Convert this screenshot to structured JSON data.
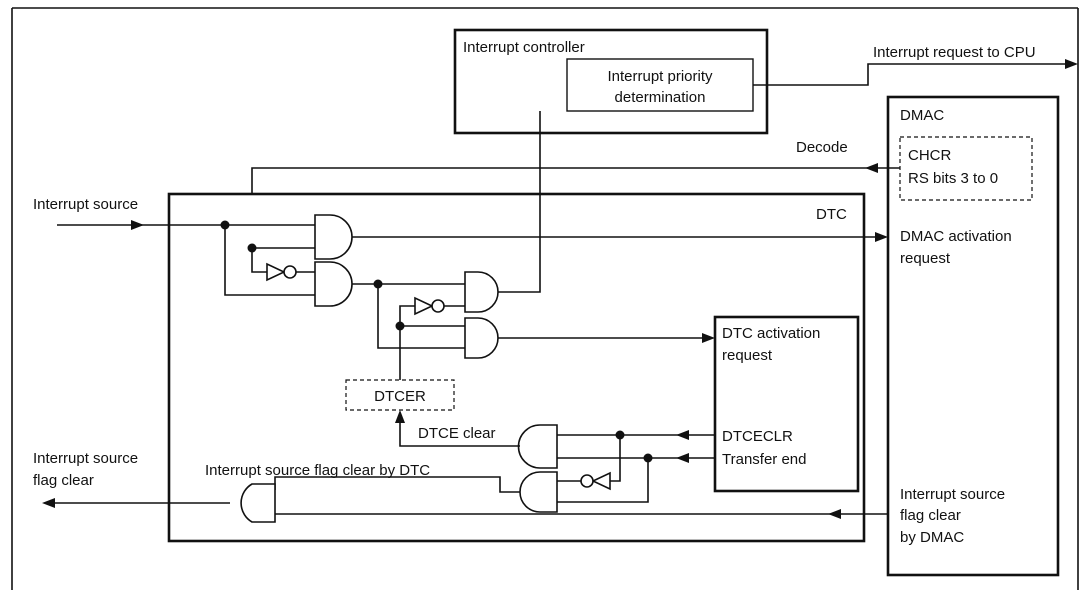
{
  "diagram": {
    "labels": {
      "interrupt_controller": "Interrupt controller",
      "priority_line1": "Interrupt priority",
      "priority_line2": "determination",
      "irq_to_cpu": "Interrupt request to CPU",
      "dmac": "DMAC",
      "decode": "Decode",
      "chcr_line1": "CHCR",
      "chcr_line2": "RS bits 3 to 0",
      "interrupt_source": "Interrupt source",
      "dtc": "DTC",
      "dmac_activation_line1": "DMAC activation",
      "dmac_activation_line2": "request",
      "dtc_activation_line1": "DTC activation",
      "dtc_activation_line2": "request",
      "dtcer": "DTCER",
      "dtce_clear": "DTCE clear",
      "dtceclr": "DTCECLR",
      "transfer_end": "Transfer end",
      "flag_clear_by_dtc": "Interrupt source flag clear by DTC",
      "flag_clear_line1": "Interrupt source",
      "flag_clear_line2": "flag clear",
      "flag_clear_dmac_line1": "Interrupt source",
      "flag_clear_dmac_line2": "flag clear",
      "flag_clear_dmac_line3": "by DMAC"
    }
  }
}
